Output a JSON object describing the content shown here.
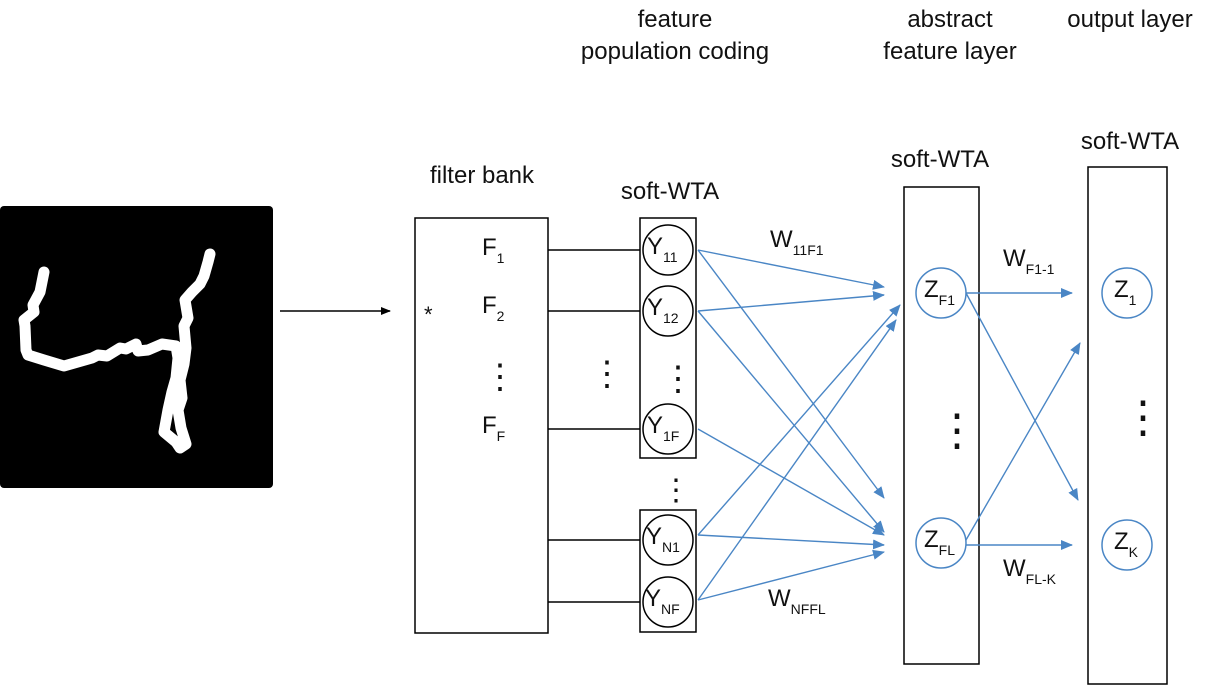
{
  "headers": {
    "feature_coding_line1": "feature",
    "feature_coding_line2": "population coding",
    "abstract_line1": "abstract",
    "abstract_line2": "feature layer",
    "output": "output layer"
  },
  "filter_bank": {
    "title": "filter bank",
    "star": "*",
    "filters": [
      {
        "base": "F",
        "sub": "1"
      },
      {
        "base": "F",
        "sub": "2"
      },
      {
        "base": "F",
        "sub": "F"
      }
    ],
    "dots": "⋮"
  },
  "population_layer": {
    "title": "soft-WTA",
    "neurons": [
      {
        "base": "Y",
        "sub": "11"
      },
      {
        "base": "Y",
        "sub": "12"
      },
      {
        "base": "Y",
        "sub": "1F"
      },
      {
        "base": "Y",
        "sub": "N1"
      },
      {
        "base": "Y",
        "sub": "NF"
      }
    ]
  },
  "abstract_layer": {
    "title": "soft-WTA",
    "neurons": [
      {
        "base": "Z",
        "sub": "F1"
      },
      {
        "base": "Z",
        "sub": "FL"
      }
    ]
  },
  "output_layer": {
    "title": "soft-WTA",
    "neurons": [
      {
        "base": "Z",
        "sub": "1"
      },
      {
        "base": "Z",
        "sub": "K"
      }
    ]
  },
  "weights": [
    {
      "base": "W",
      "sub": "11F1"
    },
    {
      "base": "W",
      "sub": "NFFL"
    },
    {
      "base": "W",
      "sub": "F1-1"
    },
    {
      "base": "W",
      "sub": "FL-K"
    }
  ],
  "colors": {
    "connection": "#4a86c5",
    "line": "#000000",
    "input_background": "#000000",
    "digit_stroke": "#ffffff"
  }
}
